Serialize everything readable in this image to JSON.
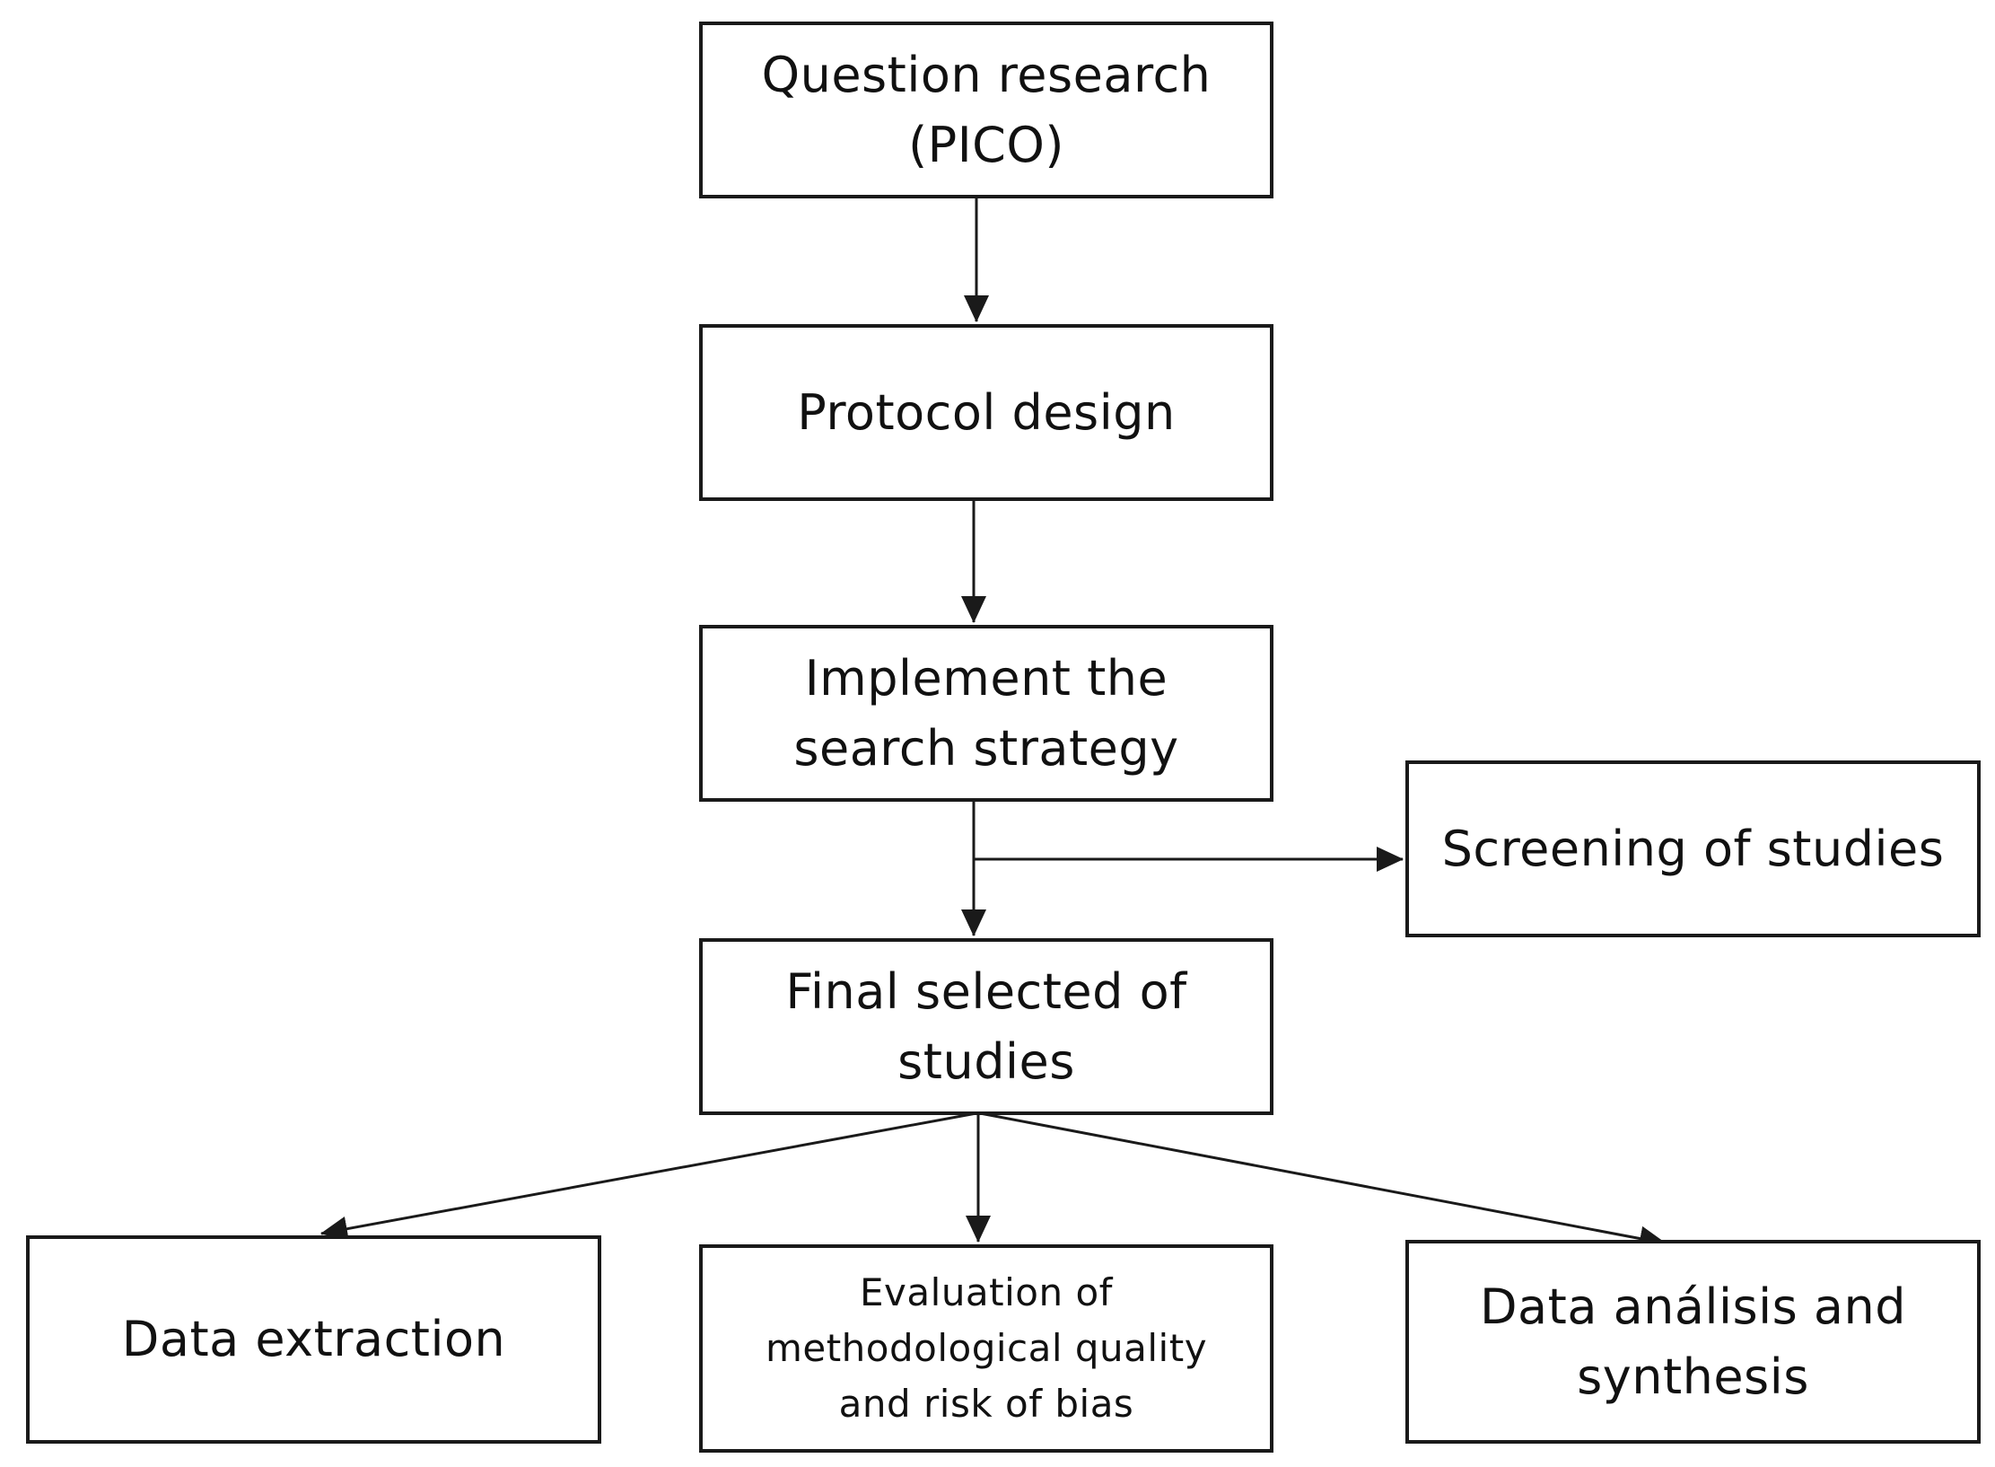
{
  "diagram": {
    "nodes": [
      {
        "id": "question",
        "lines": [
          "Question research",
          "(PICO)"
        ]
      },
      {
        "id": "protocol",
        "lines": [
          "Protocol design"
        ]
      },
      {
        "id": "implement",
        "lines": [
          "Implement the",
          "search strategy"
        ]
      },
      {
        "id": "screening",
        "lines": [
          "Screening of studies"
        ]
      },
      {
        "id": "final",
        "lines": [
          "Final selected of",
          "studies"
        ]
      },
      {
        "id": "extraction",
        "lines": [
          "Data extraction"
        ]
      },
      {
        "id": "evaluation",
        "lines": [
          "Evaluation of",
          "methodological quality",
          "and risk of bias"
        ]
      },
      {
        "id": "analysis",
        "lines": [
          "Data análisis and",
          "synthesis"
        ]
      }
    ],
    "edges": [
      {
        "from": "question",
        "to": "protocol"
      },
      {
        "from": "protocol",
        "to": "implement"
      },
      {
        "from": "implement",
        "to": "final"
      },
      {
        "from": "implement",
        "to": "screening"
      },
      {
        "from": "final",
        "to": "extraction"
      },
      {
        "from": "final",
        "to": "evaluation"
      },
      {
        "from": "final",
        "to": "analysis"
      }
    ],
    "line_color": "#1a1a1a"
  }
}
